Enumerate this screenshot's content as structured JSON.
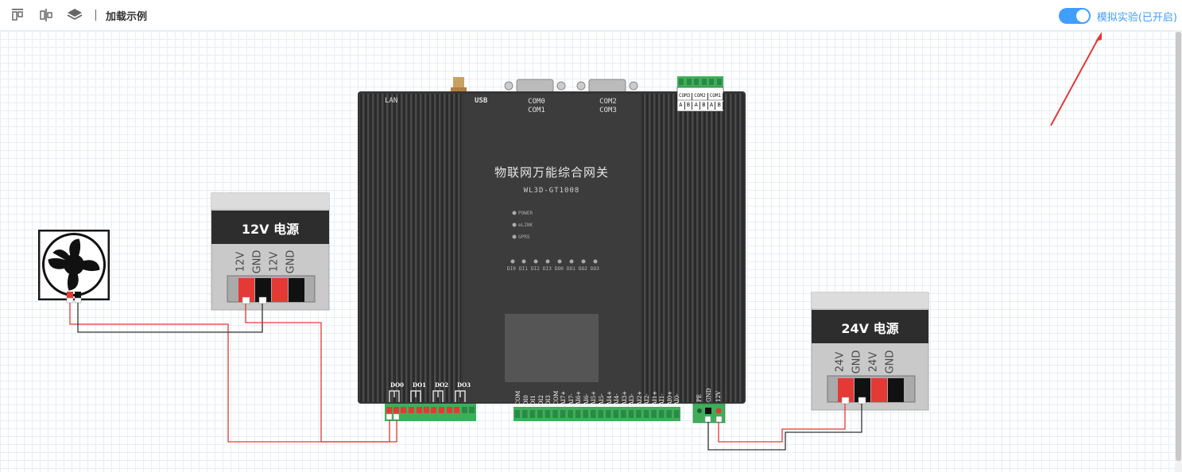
{
  "toolbar": {
    "load_example_label": "加载示例",
    "simulation_label": "模拟实验(已开启)",
    "simulation_on": true
  },
  "gateway": {
    "title": "物联网万能综合网关",
    "model": "WL3D-GT1008",
    "lan_label": "LAN",
    "usb_label": "USB",
    "com0": "COM0",
    "com1": "COM1",
    "com2": "COM2",
    "com3": "COM3",
    "leds": [
      "POWER",
      "eLINK",
      "GPRS"
    ],
    "io_labels": [
      "DI0",
      "DI1",
      "DI2",
      "DI3",
      "DO0",
      "DO1",
      "DO2",
      "DO3"
    ],
    "do_terminals": [
      "DO0",
      "DO1",
      "DO2",
      "DO3"
    ],
    "bottom_terminals": [
      "COM",
      "DI0",
      "DI1",
      "DI2",
      "DI3",
      "COM",
      "AI7+",
      "AI7-",
      "AI6+",
      "AI6-",
      "AI5+",
      "AI5-",
      "AI4+",
      "AI4-",
      "AI3+",
      "AI3-",
      "AI2+",
      "AI2-",
      "AI1+",
      "AI1-",
      "AI0+",
      "AI0-"
    ],
    "power_terminals": [
      "PE",
      "GND",
      "12V"
    ],
    "com_terminal_headers": [
      "COM3",
      "COM2",
      "COM1"
    ],
    "com_terminal_pins": [
      "A",
      "B",
      "A",
      "B",
      "A",
      "B"
    ]
  },
  "psu12": {
    "title": "12V 电源",
    "pins": [
      "12V",
      "GND",
      "12V",
      "GND"
    ]
  },
  "psu24": {
    "title": "24V 电源",
    "pins": [
      "24V",
      "GND",
      "24V",
      "GND"
    ]
  },
  "colors": {
    "accent": "#409eff",
    "gateway_body": "#3a3a3a",
    "terminal_green": "#3fae5a",
    "wire_red": "#e53935",
    "wire_black": "#333333"
  }
}
